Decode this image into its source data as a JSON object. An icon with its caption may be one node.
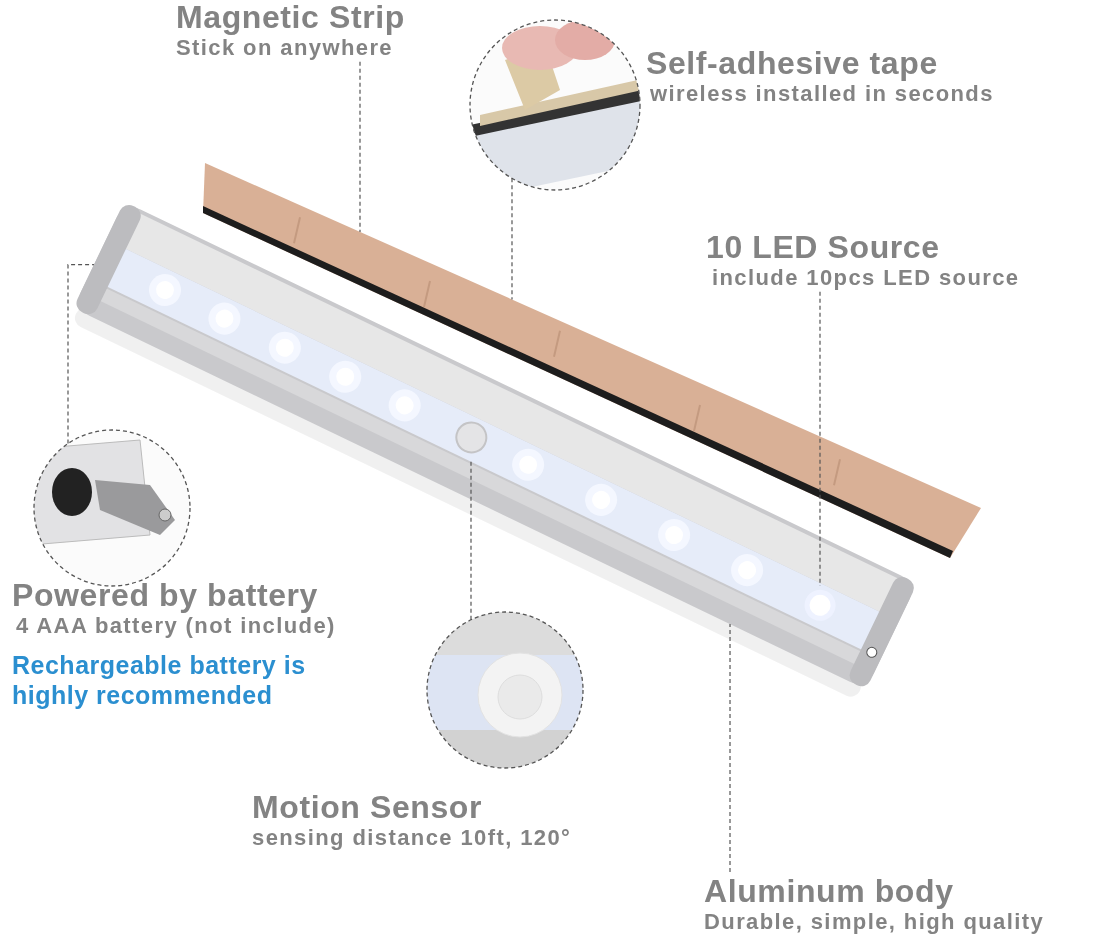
{
  "diagram": {
    "nodes": [
      {
        "text": [
          "Magnetic Strip",
          "Stick on anywhere"
        ]
      },
      {
        "text": [
          "Self-adhesive tape",
          "wireless installed in seconds"
        ]
      },
      {
        "text": [
          "10 LED Source",
          "include 10pcs LED source"
        ]
      },
      {
        "text": [
          "Powered by battery",
          "4 AAA battery (not include)",
          "Rechargeable battery is highly recommended"
        ]
      },
      {
        "text": [
          "Motion Sensor",
          "sensing distance 10ft, 120°"
        ]
      },
      {
        "text": [
          "Aluminum body",
          "Durable, simple, high quality"
        ]
      },
      {
        "text": [],
        "shape": "picture"
      },
      {
        "text": [],
        "shape": "picture"
      },
      {
        "text": [],
        "shape": "picture"
      },
      {
        "text": [],
        "shape": "picture"
      },
      {
        "text": [],
        "shape": "picture"
      },
      {
        "text": [],
        "shape": "circle",
        "in": 7
      },
      {
        "text": [],
        "shape": "circle",
        "in": 7
      }
    ],
    "edges": [
      {
        "from": 0,
        "to": 6,
        "arrow": "none",
        "style": "dashed"
      },
      {
        "from": 8,
        "to": 6,
        "arrow": "none",
        "style": "dashed"
      },
      {
        "from": 2,
        "to": 11,
        "arrow": "none",
        "style": "dashed"
      },
      {
        "from": 9,
        "to": 7,
        "arrow": "none",
        "style": "dashed"
      },
      {
        "from": 10,
        "to": 12,
        "arrow": "none",
        "style": "dashed"
      },
      {
        "from": 5,
        "to": 7,
        "arrow": "none",
        "style": "dashed"
      }
    ]
  }
}
